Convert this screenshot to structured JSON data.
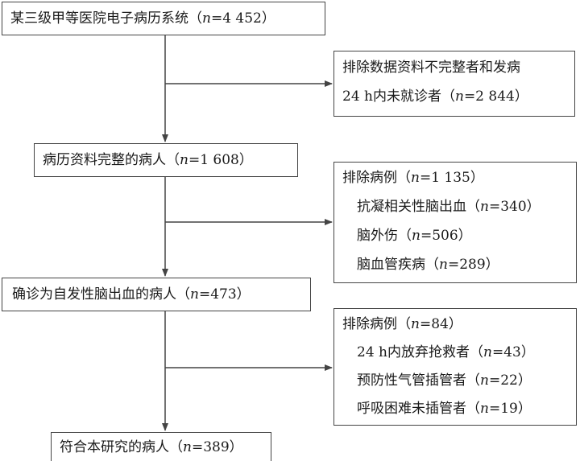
{
  "flow": {
    "main": [
      {
        "text": "某三级甲等医院电子病历系统（",
        "n_var": "n",
        "n_value": "=4 452",
        "close": "）"
      },
      {
        "text": "病历资料完整的病人（",
        "n_var": "n",
        "n_value": "=1 608",
        "close": "）"
      },
      {
        "text": "确诊为自发性脑出血的病人（",
        "n_var": "n",
        "n_value": "=473",
        "close": "）"
      },
      {
        "text": "符合本研究的病人（",
        "n_var": "n",
        "n_value": "=389",
        "close": "）"
      }
    ],
    "exclusion_1": {
      "line1": "排除数据资料不完整者和发病",
      "line2_text": "24 h内未就诊者（",
      "n_var": "n",
      "n_value": "=2 844",
      "close": "）"
    },
    "exclusion_2": {
      "header_text": "排除病例（",
      "header_n_var": "n",
      "header_n_value": "=1 135",
      "header_close": "）",
      "items": [
        {
          "text": "抗凝相关性脑出血（",
          "n_var": "n",
          "n_value": "=340",
          "close": "）"
        },
        {
          "text": "脑外伤（",
          "n_var": "n",
          "n_value": "=506",
          "close": "）"
        },
        {
          "text": "脑血管疾病（",
          "n_var": "n",
          "n_value": "=289",
          "close": "）"
        }
      ]
    },
    "exclusion_3": {
      "header_text": "排除病例（",
      "header_n_var": "n",
      "header_n_value": "=84",
      "header_close": "）",
      "items": [
        {
          "text": "24 h内放弃抢救者（",
          "n_var": "n",
          "n_value": "=43",
          "close": "）"
        },
        {
          "text": "预防性气管插管者（",
          "n_var": "n",
          "n_value": "=22",
          "close": "）"
        },
        {
          "text": "呼吸困难未插管者（",
          "n_var": "n",
          "n_value": "=19",
          "close": "）"
        }
      ]
    }
  },
  "colors": {
    "line": "#444444",
    "text": "#1a1a1a",
    "background": "#ffffff"
  }
}
